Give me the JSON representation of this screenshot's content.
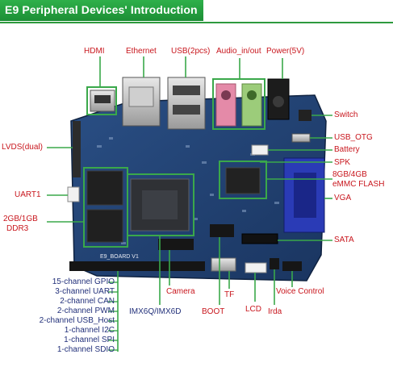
{
  "header": {
    "title": "E9 Peripheral Devices' Introduction"
  },
  "board": {
    "silkscreen": "E9_BOARD V1"
  },
  "labels": {
    "hdmi": "HDMI",
    "ethernet": "Ethernet",
    "usb": "USB(2pcs)",
    "audio": "Audio_in/out",
    "power": "Power(5V)",
    "switch": "Switch",
    "usb_otg": "USB_OTG",
    "battery": "Battery",
    "spk": "SPK",
    "flash_line1": "8GB/4GB",
    "flash_line2": "eMMC FLASH",
    "vga": "VGA",
    "sata": "SATA",
    "lvds": "LVDS(dual)",
    "uart1": "UART1",
    "ddr_line1": "2GB/1GB",
    "ddr_line2": "DDR3",
    "cpu": "IMX6Q/IMX6D",
    "camera": "Camera",
    "boot": "BOOT",
    "tf": "TF",
    "lcd": "LCD",
    "irda": "Irda",
    "voice": "Voice Control"
  },
  "expansion_list": [
    "15-channel GPIO",
    "3-channel UART",
    "2-channel CAN",
    "2-channel PWM",
    "2-channel USB_Host",
    "1-channel I2C",
    "1-channel SPI",
    "1-channel SDIO"
  ],
  "colors": {
    "banner": "#1f9a3c",
    "board_pcb": "#1f3f6e",
    "callout_line": "#3aa84a",
    "label_red": "#c8161d",
    "label_blue": "#22307a"
  }
}
